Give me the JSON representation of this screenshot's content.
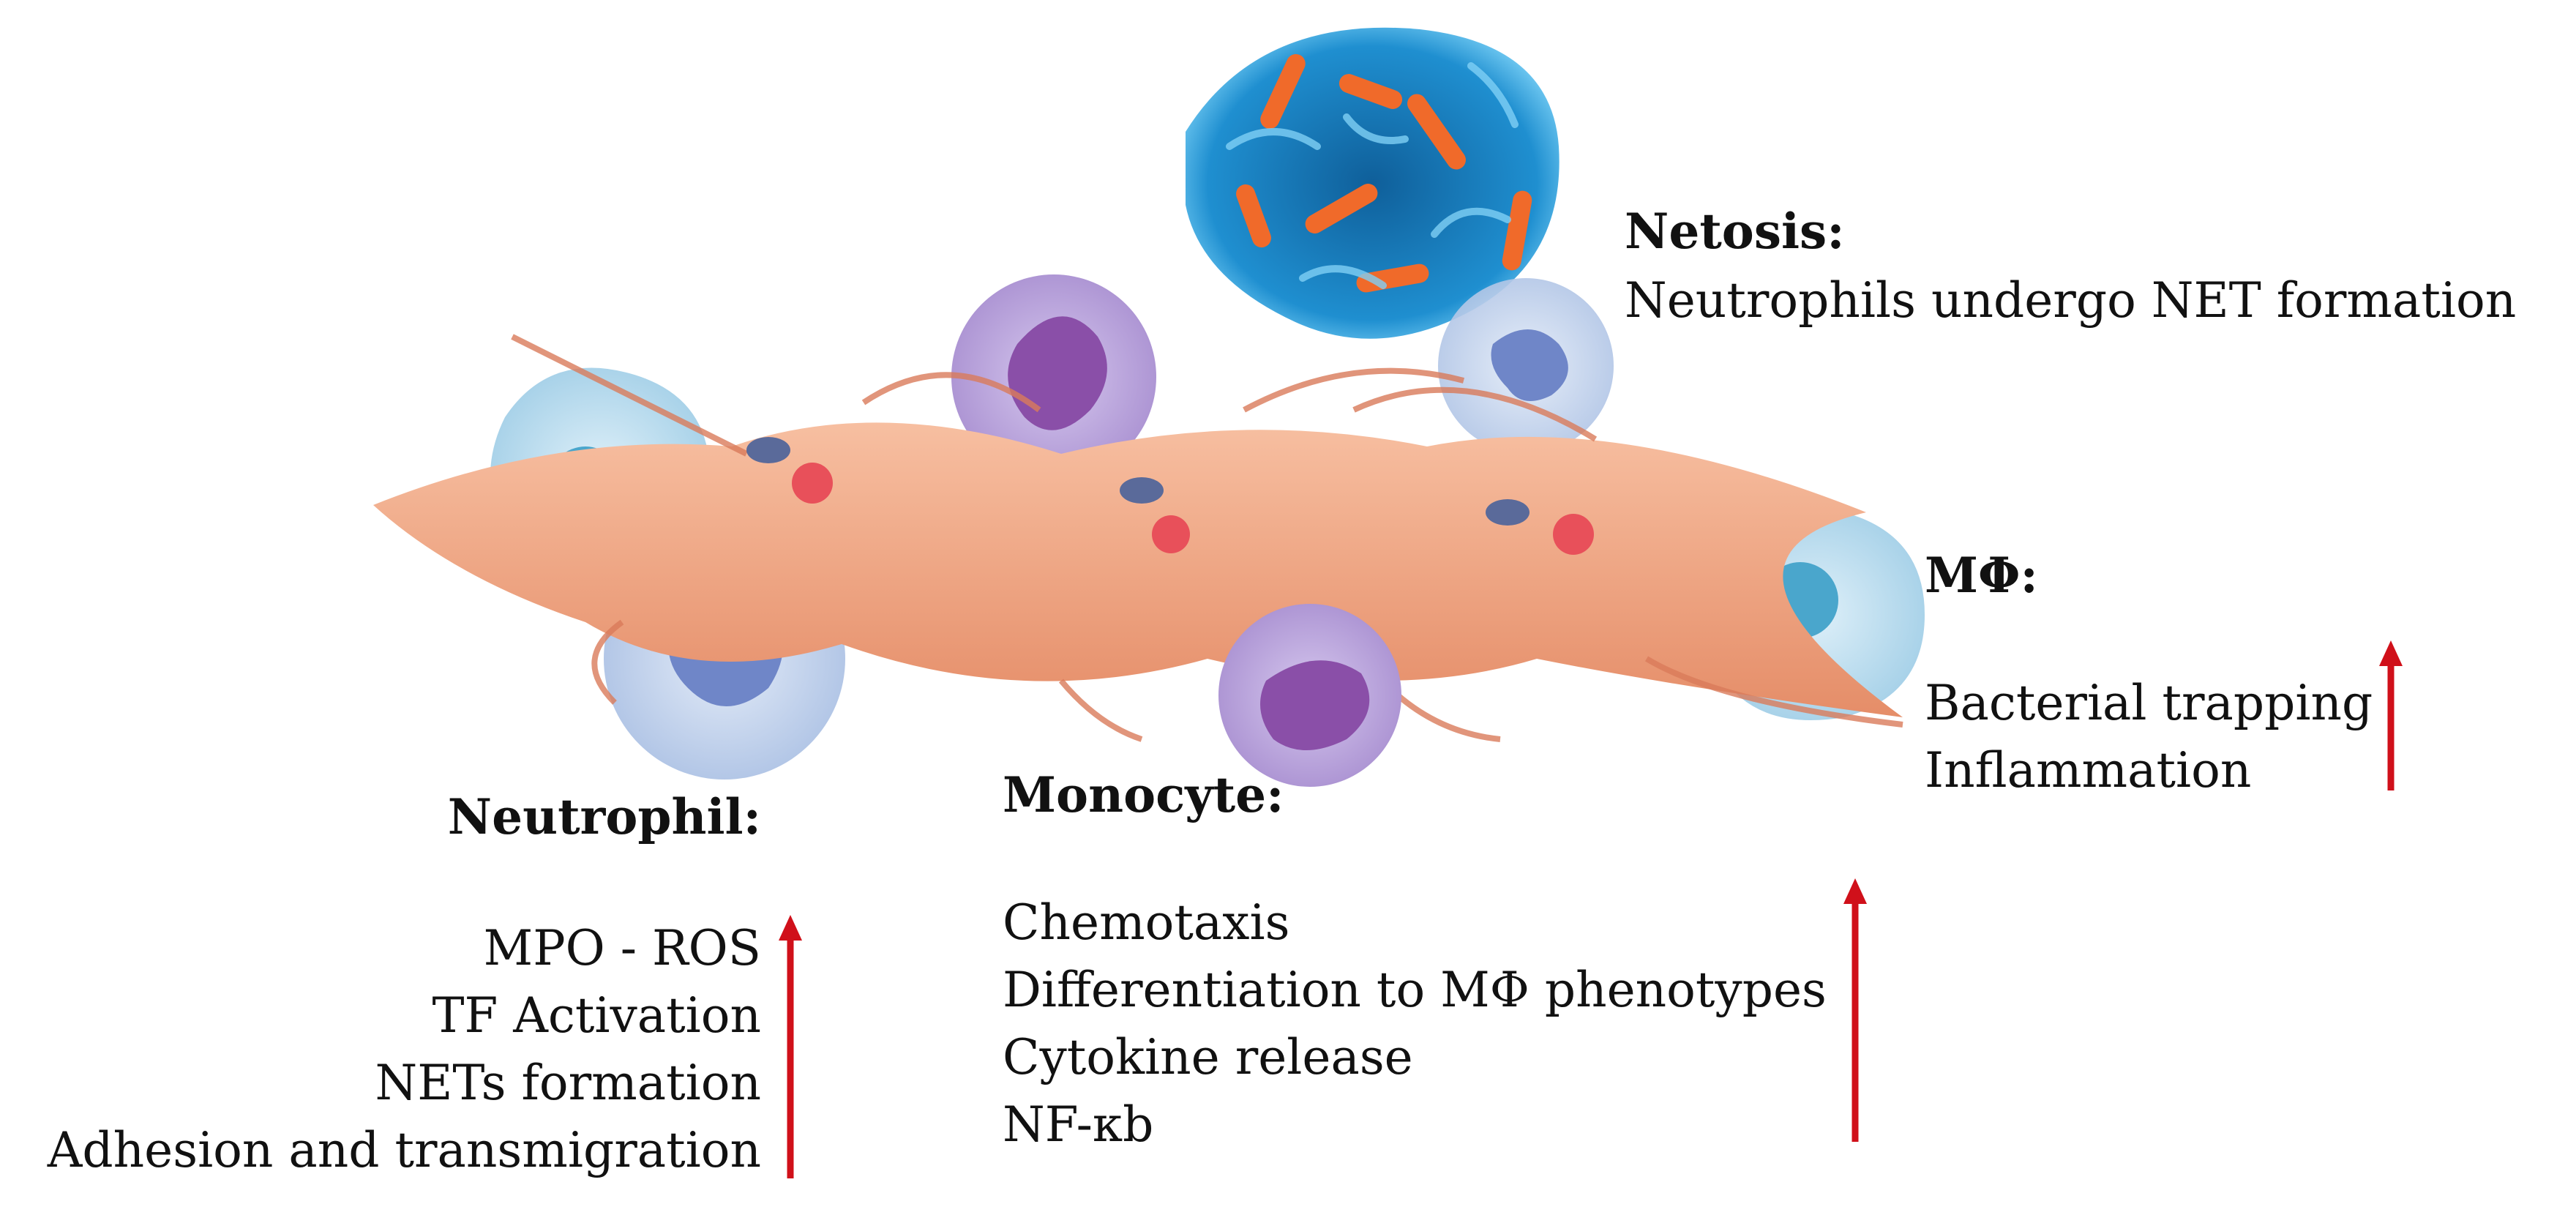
{
  "netosis": {
    "heading": "Netosis:",
    "description": "Neutrophils undergo NET formation"
  },
  "macrophage": {
    "heading": "MΦ:",
    "items": [
      "Bacterial trapping",
      "Inflammation"
    ]
  },
  "neutrophil": {
    "heading": "Neutrophil:",
    "items": [
      "MPO - ROS",
      "TF Activation",
      "NETs formation",
      "Adhesion and transmigration"
    ]
  },
  "monocyte": {
    "heading": "Monocyte:",
    "items": [
      "Chemotaxis",
      "Differentiation to MΦ phenotypes",
      "Cytokine release",
      "NF-κb"
    ]
  },
  "colors": {
    "arrow": "#d0101a",
    "endothelial": "#f2a584",
    "endothelial_dark": "#d97a5a",
    "macrophage_cell": "#bfe0f0",
    "macrophage_nucleus": "#4aa6cc",
    "neutrophil_cell": "#c9d9f0",
    "neutrophil_nucleus": "#6f86c8",
    "monocyte_cell": "#bba6de",
    "monocyte_nucleus": "#8a4fa8",
    "bacteria_blue": "#1f8fd0",
    "bacteria_orange": "#f06a2a"
  }
}
